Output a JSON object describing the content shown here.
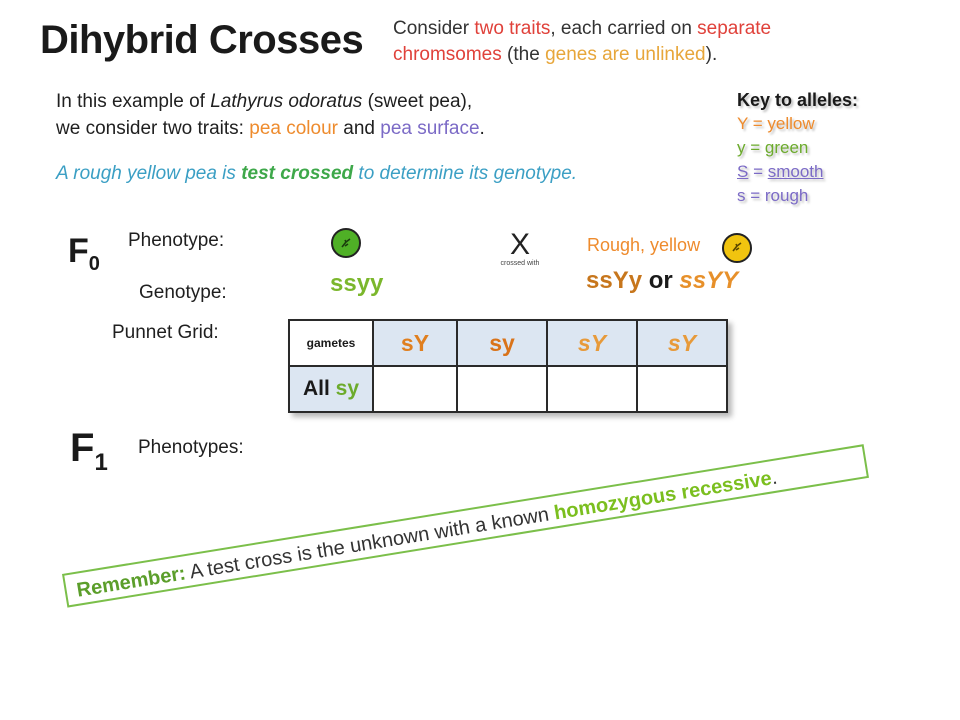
{
  "title": "Dihybrid Crosses",
  "consider": {
    "p1": "Consider ",
    "two_traits": "two traits",
    "p2": ", each carried on ",
    "separate": "separate",
    "chromosomes": "chromsomes",
    "p3": " (the ",
    "genes_unlinked": "genes are unlinked",
    "p4": ")."
  },
  "intro": {
    "line1_a": "In this example of ",
    "species": "Lathyrus odoratus",
    "line1_b": " (sweet pea),",
    "line2_a": "we consider two traits: ",
    "trait1": "pea colour",
    "line2_b": " and ",
    "trait2": "pea surface",
    "line2_c": "."
  },
  "testline": {
    "a": "A rough yellow pea is ",
    "b": "test crossed",
    "c": " to determine its genotype."
  },
  "key": {
    "title": "Key to alleles:",
    "y_upper": "Y = yellow",
    "y_lower": "y = green",
    "s_upper_letter": "S",
    "s_upper_eq": " = ",
    "s_upper_word": "smooth",
    "s_lower": "s = rough"
  },
  "f0": {
    "letter": "F",
    "sub": "0"
  },
  "f1": {
    "letter": "F",
    "sub": "1"
  },
  "labels": {
    "phenotype": "Phenotype:",
    "genotype": "Genotype:",
    "punnet": "Punnet Grid:",
    "phenotypes": "Phenotypes:"
  },
  "cross": {
    "x": "X",
    "crossed_with": "crossed with"
  },
  "left_genotype": "ssyy",
  "right_phenotype": "Rough, yellow",
  "right_genotype": {
    "a": "ssYy",
    "or": " or ",
    "b": "ssYY"
  },
  "grid": {
    "corner": "gametes",
    "headers": [
      "sY",
      "sy",
      "sY",
      "sY"
    ],
    "row_label_a": "All ",
    "row_label_b": "sy"
  },
  "remember": {
    "lead": "Remember:",
    "text": " A test cross is the unknown with a known ",
    "emph": "homozygous recessive",
    "end": "."
  },
  "colors": {
    "orange": "#ee8b2d",
    "red": "#e0413a",
    "green": "#6cab2c",
    "purple": "#7b6ac6",
    "blue": "#3b9fc4",
    "grid_header": "#dce6f2"
  }
}
